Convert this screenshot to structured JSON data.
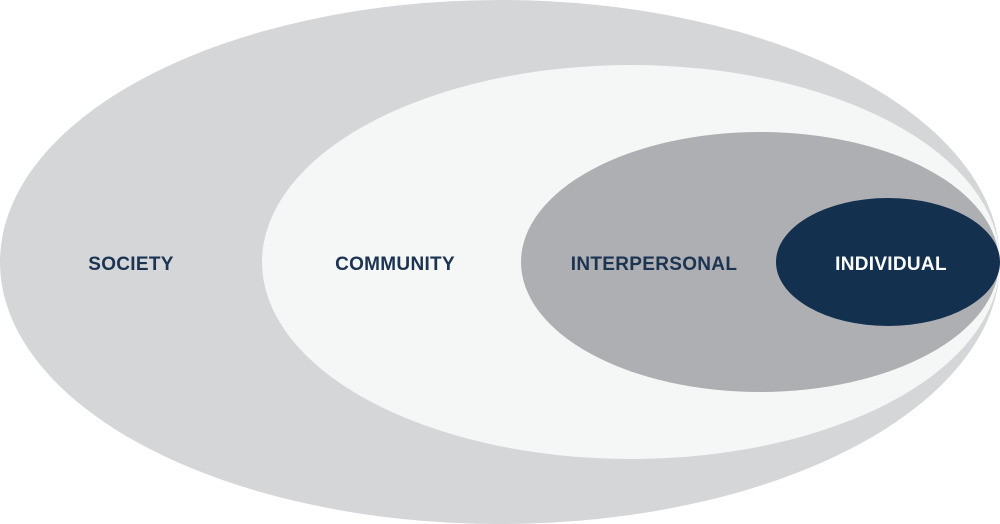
{
  "diagram": {
    "type": "nested-ellipses",
    "layers": [
      {
        "id": "society",
        "label": "SOCIETY",
        "fill": "#d5d6d8",
        "text_color": "#1c3352"
      },
      {
        "id": "community",
        "label": "COMMUNITY",
        "fill": "#f5f7f6",
        "text_color": "#1c3352"
      },
      {
        "id": "interpersonal",
        "label": "INTERPERSONAL",
        "fill": "#aeafb2",
        "text_color": "#1c3352"
      },
      {
        "id": "individual",
        "label": "INDIVIDUAL",
        "fill": "#13304f",
        "text_color": "#ffffff"
      }
    ]
  }
}
